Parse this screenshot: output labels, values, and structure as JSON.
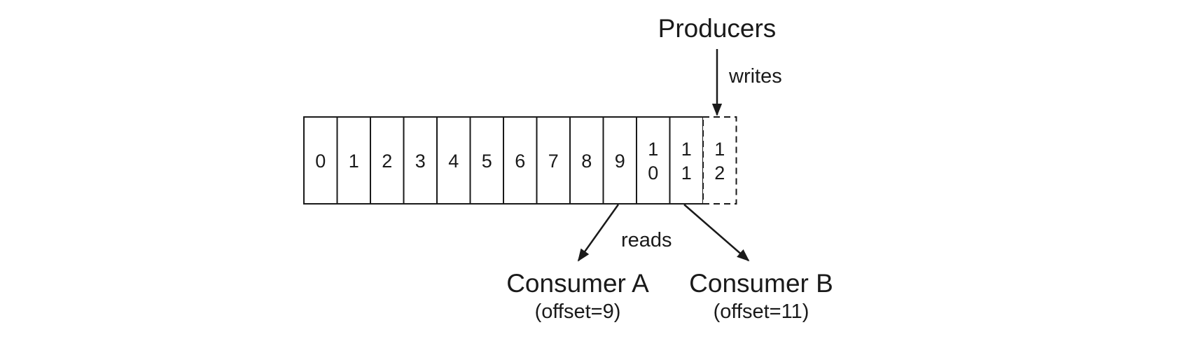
{
  "log": {
    "cells": [
      {
        "label": "0",
        "state": "committed"
      },
      {
        "label": "1",
        "state": "committed"
      },
      {
        "label": "2",
        "state": "committed"
      },
      {
        "label": "3",
        "state": "committed"
      },
      {
        "label": "4",
        "state": "committed"
      },
      {
        "label": "5",
        "state": "committed"
      },
      {
        "label": "6",
        "state": "committed"
      },
      {
        "label": "7",
        "state": "committed"
      },
      {
        "label": "8",
        "state": "committed"
      },
      {
        "label": "9",
        "state": "committed"
      },
      {
        "label": "10",
        "state": "committed"
      },
      {
        "label": "11",
        "state": "committed"
      },
      {
        "label": "12",
        "state": "pending"
      }
    ]
  },
  "producer": {
    "label": "Producers",
    "action": "writes"
  },
  "reads_label": "reads",
  "consumers": [
    {
      "name": "Consumer A",
      "offset_text": "(offset=9)"
    },
    {
      "name": "Consumer B",
      "offset_text": "(offset=11)"
    }
  ]
}
